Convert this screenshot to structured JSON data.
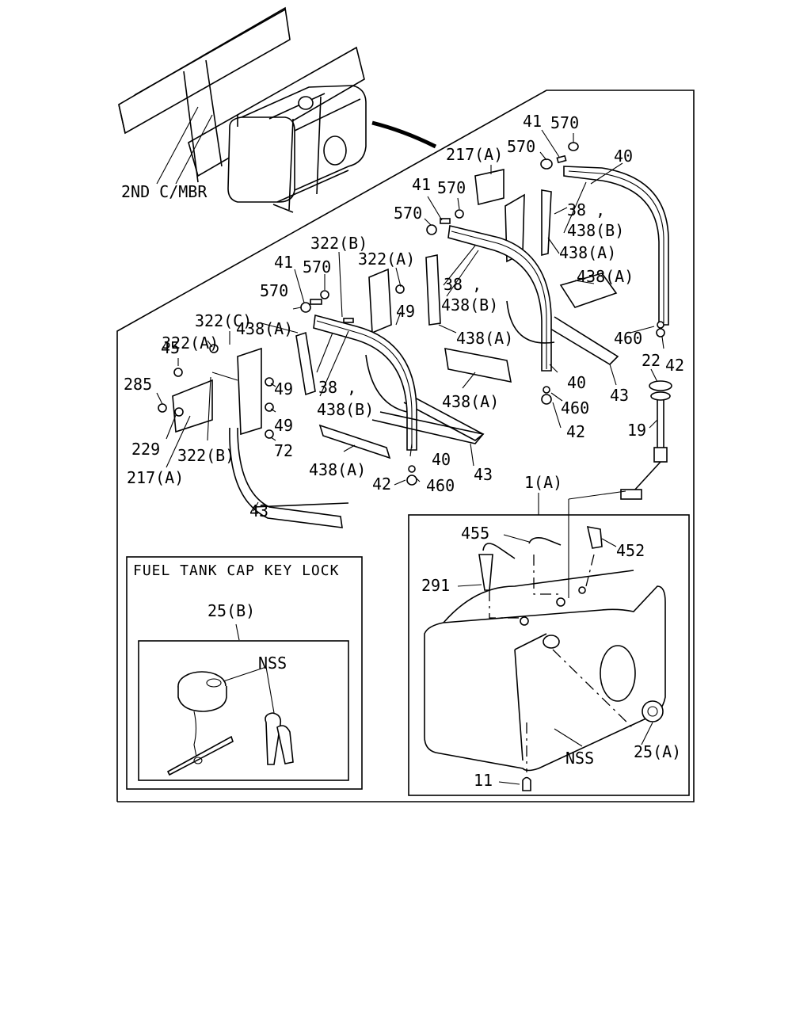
{
  "diagram": {
    "overview_label": "2ND C/MBR",
    "inset_title": "FUEL TANK CAP KEY LOCK",
    "labels": {
      "p41_a": "41",
      "p570_a": "570",
      "p570_b": "570",
      "p217A_top": "217(A)",
      "p40_top": "40",
      "p41_b": "41",
      "p570_c": "570",
      "p570_d": "570",
      "p38_a": "38 ,",
      "p438B_a": "438(B)",
      "p438A_a": "438(A)",
      "p438A_b": "438(A)",
      "p322B_top": "322(B)",
      "p322A_mid": "322(A)",
      "p41_c": "41",
      "p570_e": "570",
      "p570_f": "570",
      "p38_b": "38 ,",
      "p438B_b": "438(B)",
      "p49_a": "49",
      "p438A_c": "438(A)",
      "p460_a": "460",
      "p42_a": "42",
      "p22": "22",
      "p322C": "322(C)",
      "p322A_left": "322(A)",
      "p438A_d": "438(A)",
      "p38_c": "38 ,",
      "p438B_c": "438(B)",
      "p45": "45",
      "p285": "285",
      "p229": "229",
      "p217A_left": "217(A)",
      "p322B_bottom": "322(B)",
      "p49_b": "49",
      "p49_c": "49",
      "p72": "72",
      "p40_mid": "40",
      "p438A_e": "438(A)",
      "p460_b": "460",
      "p42_b": "42",
      "p43_a": "43",
      "p19": "19",
      "p438A_f": "438(A)",
      "p40_low": "40",
      "p42_c": "42",
      "p460_c": "460",
      "p43_b": "43",
      "p43_c": "43",
      "p1A": "1(A)",
      "p455": "455",
      "p452": "452",
      "p291": "291",
      "p25B": "25(B)",
      "pNSS_a": "NSS",
      "pNSS_b": "NSS",
      "p25A": "25(A)",
      "p11": "11"
    }
  }
}
